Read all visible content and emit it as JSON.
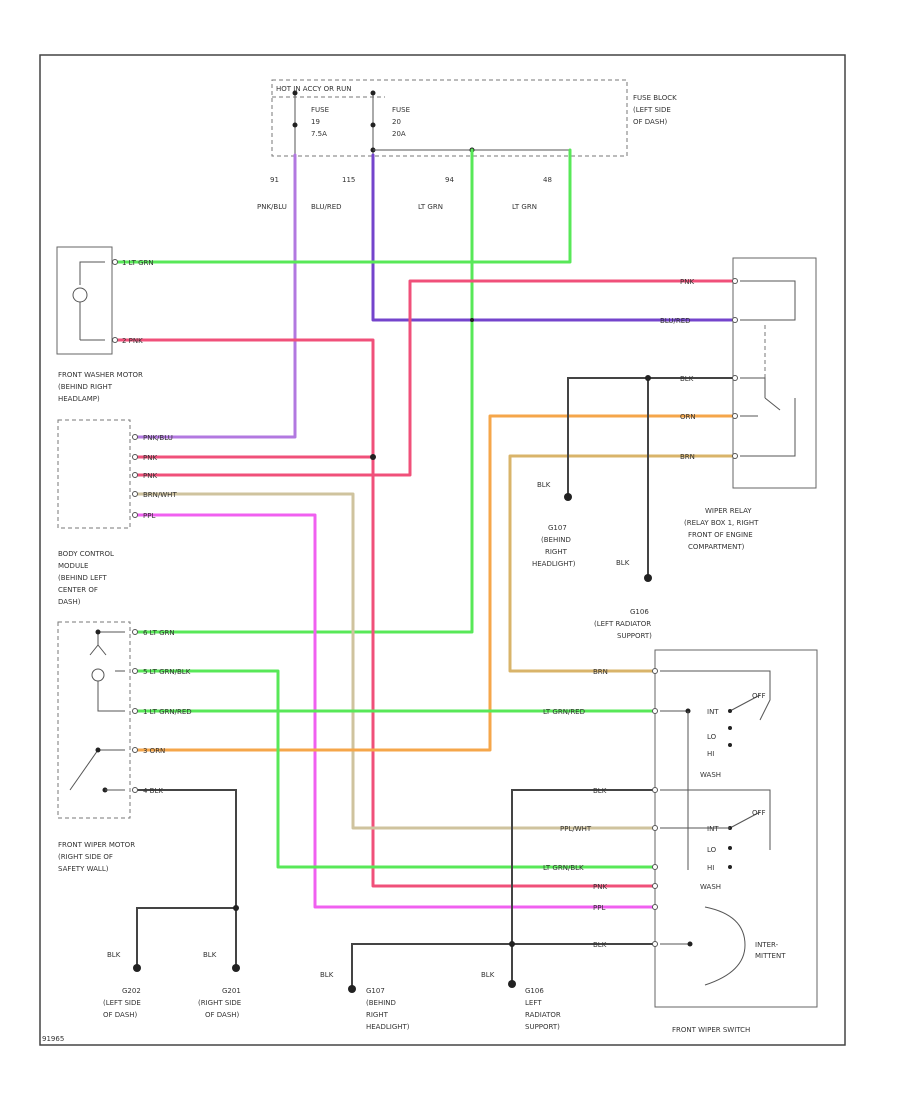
{
  "colors": {
    "lt_grn": "#58e858",
    "pnk": "#f0507a",
    "pnk_blu": "#b278e0",
    "blu_red": "#7444cc",
    "orn": "#f5a64a",
    "brn": "#d9b46a",
    "ppl": "#f060f0",
    "brn_wht": "#cfc39e",
    "blk": "#444444"
  },
  "fuse_block": {
    "header": "HOT IN ACCY OR RUN",
    "fuse_a": [
      "FUSE",
      "19",
      "7.5A"
    ],
    "fuse_b": [
      "FUSE",
      "20",
      "20A"
    ],
    "location": [
      "FUSE BLOCK",
      "(LEFT SIDE",
      "OF DASH)"
    ]
  },
  "circuit_numbers": [
    "91",
    "115",
    "94",
    "48"
  ],
  "top_wire_colors": [
    "PNK/BLU",
    "BLU/RED",
    "LT GRN",
    "LT GRN"
  ],
  "components": {
    "washer_motor": [
      "FRONT WASHER MOTOR",
      "(BEHIND RIGHT",
      "HEADLAMP)"
    ],
    "body_control": [
      "BODY CONTROL",
      "MODULE",
      "(BEHIND LEFT",
      "CENTER OF",
      "DASH)"
    ],
    "wiper_motor": [
      "FRONT WIPER MOTOR",
      "(RIGHT SIDE OF",
      "SAFETY WALL)"
    ],
    "wiper_relay": [
      "WIPER RELAY",
      "(RELAY BOX 1, RIGHT",
      "FRONT OF ENGINE",
      "COMPARTMENT)"
    ],
    "wiper_switch": "FRONT WIPER SWITCH",
    "intermittent": [
      "INTER-",
      "MITTENT"
    ]
  },
  "grounds": {
    "g107_top": [
      "G107",
      "(BEHIND",
      "RIGHT",
      "HEADLIGHT)"
    ],
    "g106_top": [
      "G106",
      "(LEFT RADIATOR",
      "SUPPORT)"
    ],
    "g202": [
      "G202",
      "(LEFT SIDE",
      "OF DASH)"
    ],
    "g201": [
      "G201",
      "(RIGHT SIDE",
      "OF DASH)"
    ],
    "g107_bot": [
      "G107",
      "(BEHIND",
      "RIGHT",
      "HEADLIGHT)"
    ],
    "g106_bot": [
      "G106",
      "LEFT",
      "RADIATOR",
      "SUPPORT)"
    ],
    "blk_label": "BLK"
  },
  "wire_labels": {
    "washer_top": "1 LT GRN",
    "washer_bot": "2 PNK",
    "relay_pnk": "PNK",
    "relay_blured": "BLU/RED",
    "relay_blk": "BLK",
    "relay_orn": "ORN",
    "relay_brn": "BRN",
    "bcm_1": "PNK/BLU",
    "bcm_2": "PNK",
    "bcm_3": "PNK",
    "bcm_4": "BRN/WHT",
    "bcm_5": "PPL",
    "motor_1": "6 LT GRN",
    "motor_2": "5 LT GRN/BLK",
    "motor_3": "1 LT GRN/RED",
    "motor_4": "3 ORN",
    "motor_5": "4 BLK",
    "sw_brn": "BRN",
    "sw_ltgrnred": "LT GRN/RED",
    "sw_blk1": "BLK",
    "sw_ppl_wht": "PPL/WHT",
    "sw_ltgrnblk": "LT GRN/BLK",
    "sw_pnk": "PNK",
    "sw_ppl": "PPL",
    "sw_blk2": "BLK"
  },
  "switch_positions": {
    "off1": "OFF",
    "int1": "INT",
    "lo1": "LO",
    "hi1": "HI",
    "wash1": "WASH",
    "off2": "OFF",
    "int2": "INT",
    "lo2": "LO",
    "hi2": "HI",
    "wash2": "WASH"
  },
  "figure_id": "91965"
}
